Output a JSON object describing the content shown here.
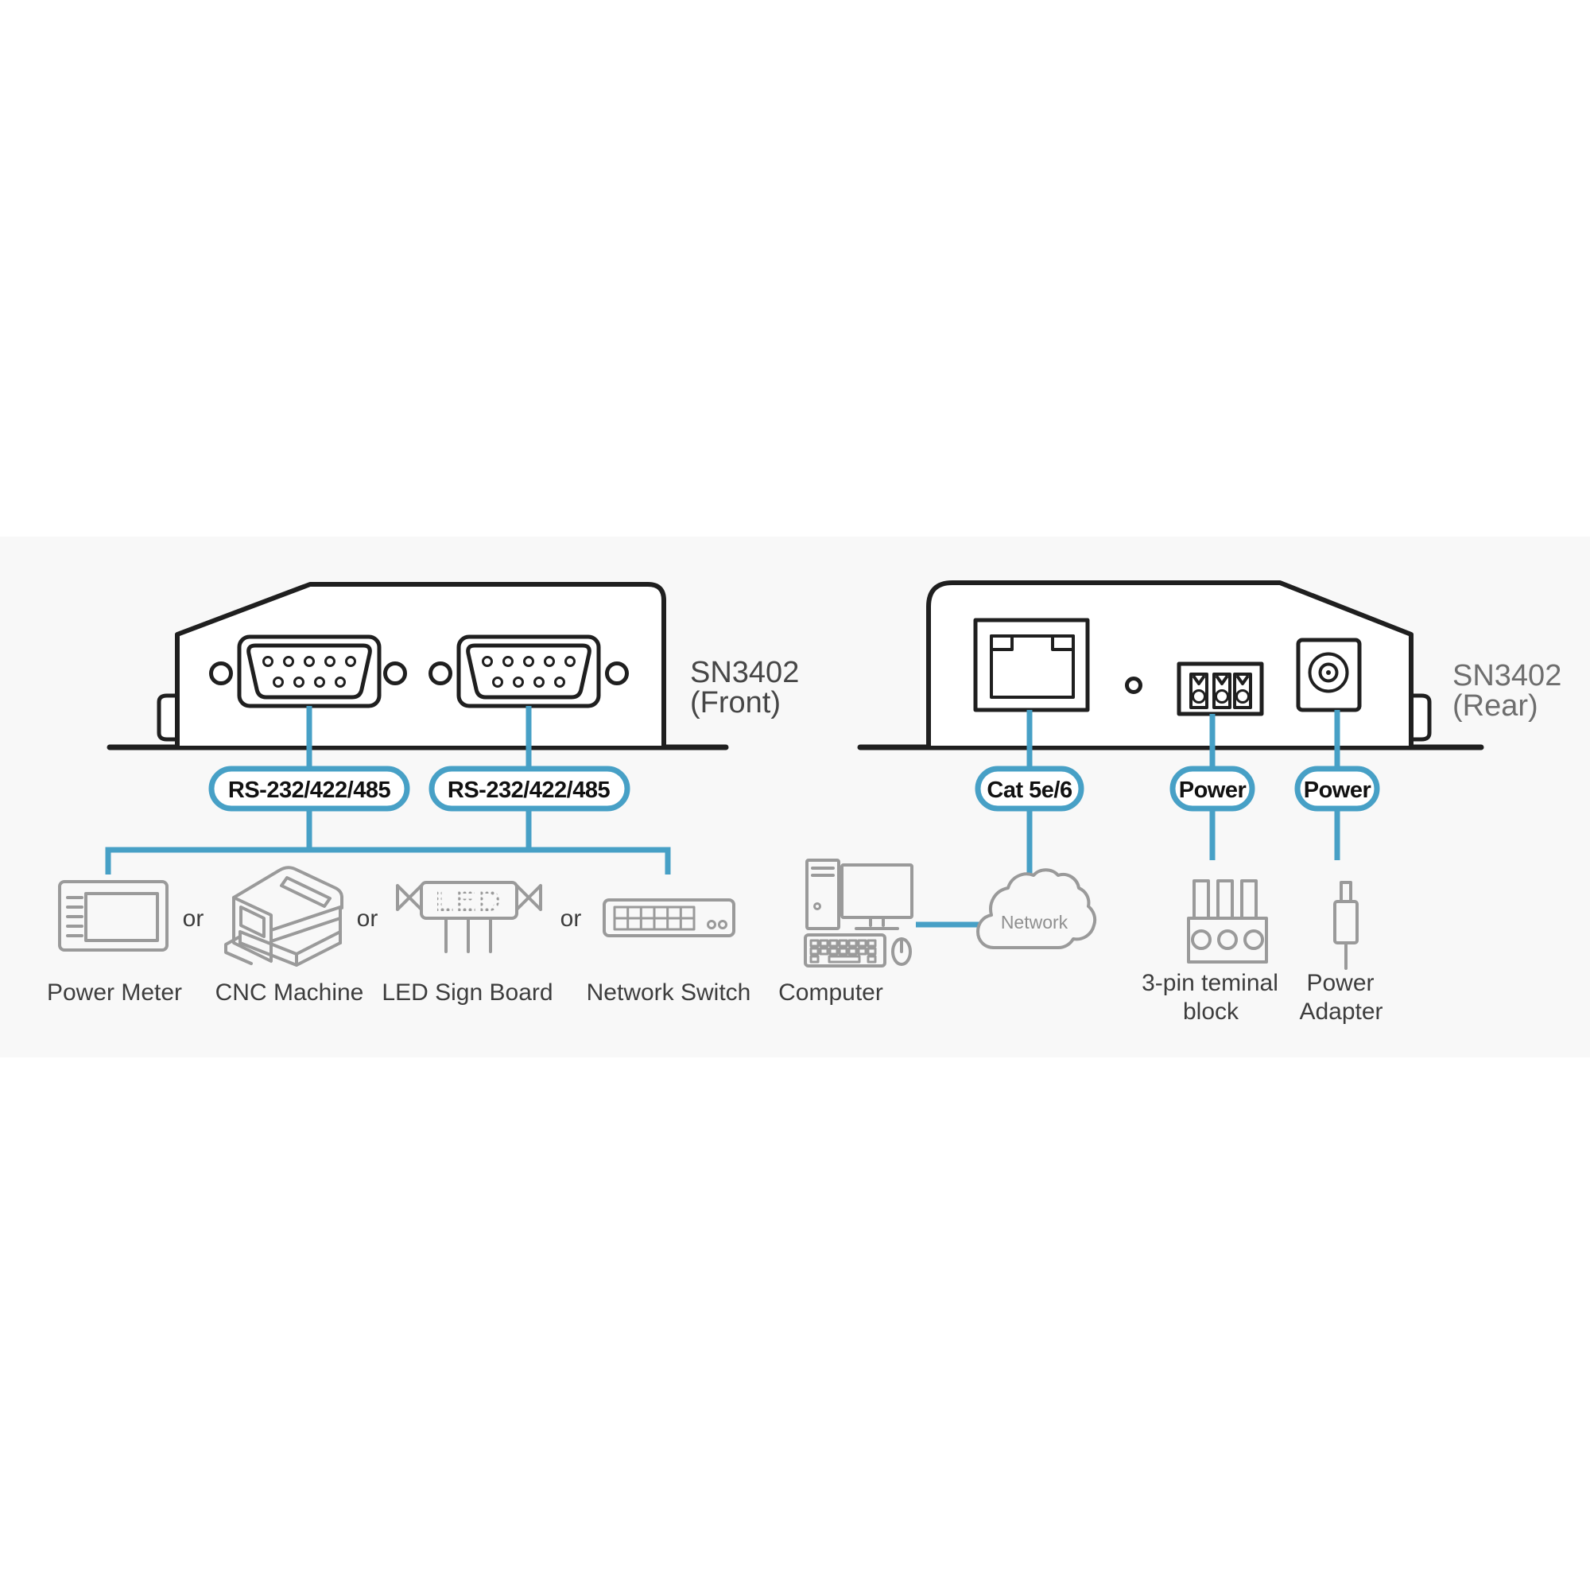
{
  "colors": {
    "accent_blue": "#47a0c6",
    "outline_black": "#1f1f1f",
    "icon_gray": "#9a9a9a",
    "band_bg": "#f8f8f8",
    "label_dark": "#3d3d3d",
    "label_front_model": "#464646",
    "label_rear_model": "#6e6e6e",
    "cloud_text": "#8f8f8f"
  },
  "front": {
    "model": "SN3402",
    "view": "(Front)",
    "badge1": "RS-232/422/485",
    "badge2": "RS-232/422/485",
    "or": "or",
    "led": "LED",
    "device1": "Power Meter",
    "device2": "CNC Machine",
    "device3": "LED Sign Board",
    "device4": "Network Switch"
  },
  "rear": {
    "model": "SN3402",
    "view": "(Rear)",
    "badge_lan": "Cat 5e/6",
    "badge_power1": "Power",
    "badge_power2": "Power",
    "computer": "Computer",
    "cloud": "Network",
    "terminal1": "3-pin teminal",
    "terminal2": "block",
    "adapter1": "Power",
    "adapter2": "Adapter"
  }
}
